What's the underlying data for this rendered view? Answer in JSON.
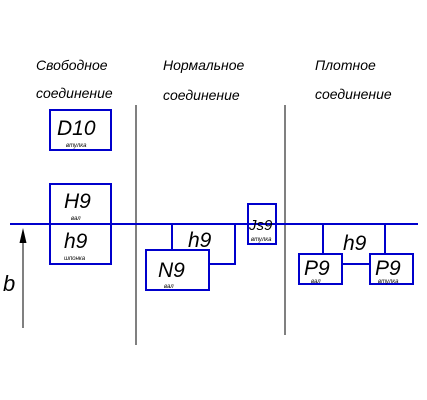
{
  "colors": {
    "zone_line": "#0000cc",
    "divider": "#000000",
    "text": "#000000"
  },
  "columns": [
    {
      "title_line1": "Свободное",
      "title_line2": "соединение"
    },
    {
      "title_line1": "Нормальное",
      "title_line2": "соединение"
    },
    {
      "title_line1": "Плотное",
      "title_line2": "соединение"
    }
  ],
  "axis": {
    "label": "b"
  },
  "zones": {
    "d10": {
      "label": "D10",
      "sub": "втулка"
    },
    "h9_hole": {
      "label": "H9",
      "sub": "вал"
    },
    "h9_key_free": {
      "label": "h9",
      "sub": "шпонка"
    },
    "n9": {
      "label": "N9",
      "sub": "вал"
    },
    "h9_key_normal": {
      "label": "h9"
    },
    "js9": {
      "label": "Js9",
      "sub": "втулка"
    },
    "p9_shaft": {
      "label": "P9",
      "sub": "вал"
    },
    "h9_key_tight": {
      "label": "h9"
    },
    "p9_hub": {
      "label": "P9",
      "sub": "втулка"
    }
  }
}
